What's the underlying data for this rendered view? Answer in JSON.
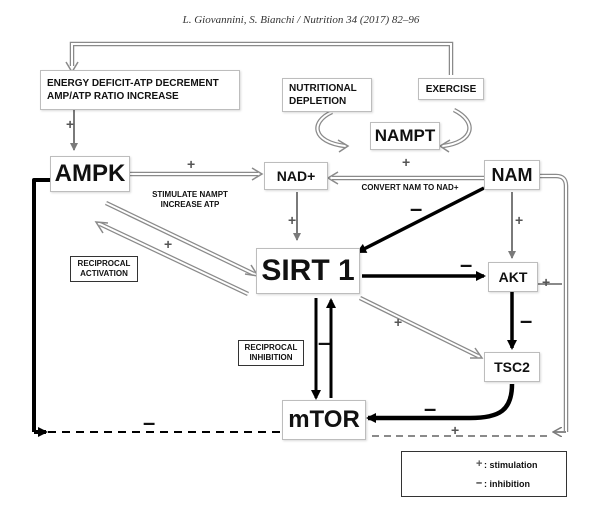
{
  "header": "L. Giovannini, S. Bianchi / Nutrition 34 (2017) 82–96",
  "nodes": {
    "energy": "ENERGY DEFICIT-ATP DECREMENT\nAMP/ATP RATIO INCREASE",
    "nutritional": "NUTRITIONAL\nDEPLETION",
    "exercise": "EXERCISE",
    "nampt": "NAMPT",
    "ampk": "AMPK",
    "nad": "NAD+",
    "nam": "NAM",
    "sirt1": "SIRT 1",
    "akt": "AKT",
    "tsc2": "TSC2",
    "mtor": "mTOR"
  },
  "labels": {
    "stimulate": "STIMULATE NAMPT\nINCREASE ATP",
    "convert": "CONVERT NAM TO NAD+",
    "reciprocal_activation": "RECIPROCAL\nACTIVATION",
    "reciprocal_inhibition": "RECIPROCAL\nINHIBITION"
  },
  "symbols": {
    "stimulation": "+",
    "inhibition": "–"
  },
  "legend": {
    "stimulation": ": stimulation",
    "inhibition": ": inhibition"
  },
  "colors": {
    "stimulation_arrow": "#8a8a8a",
    "inhibition_arrow": "#000000"
  }
}
